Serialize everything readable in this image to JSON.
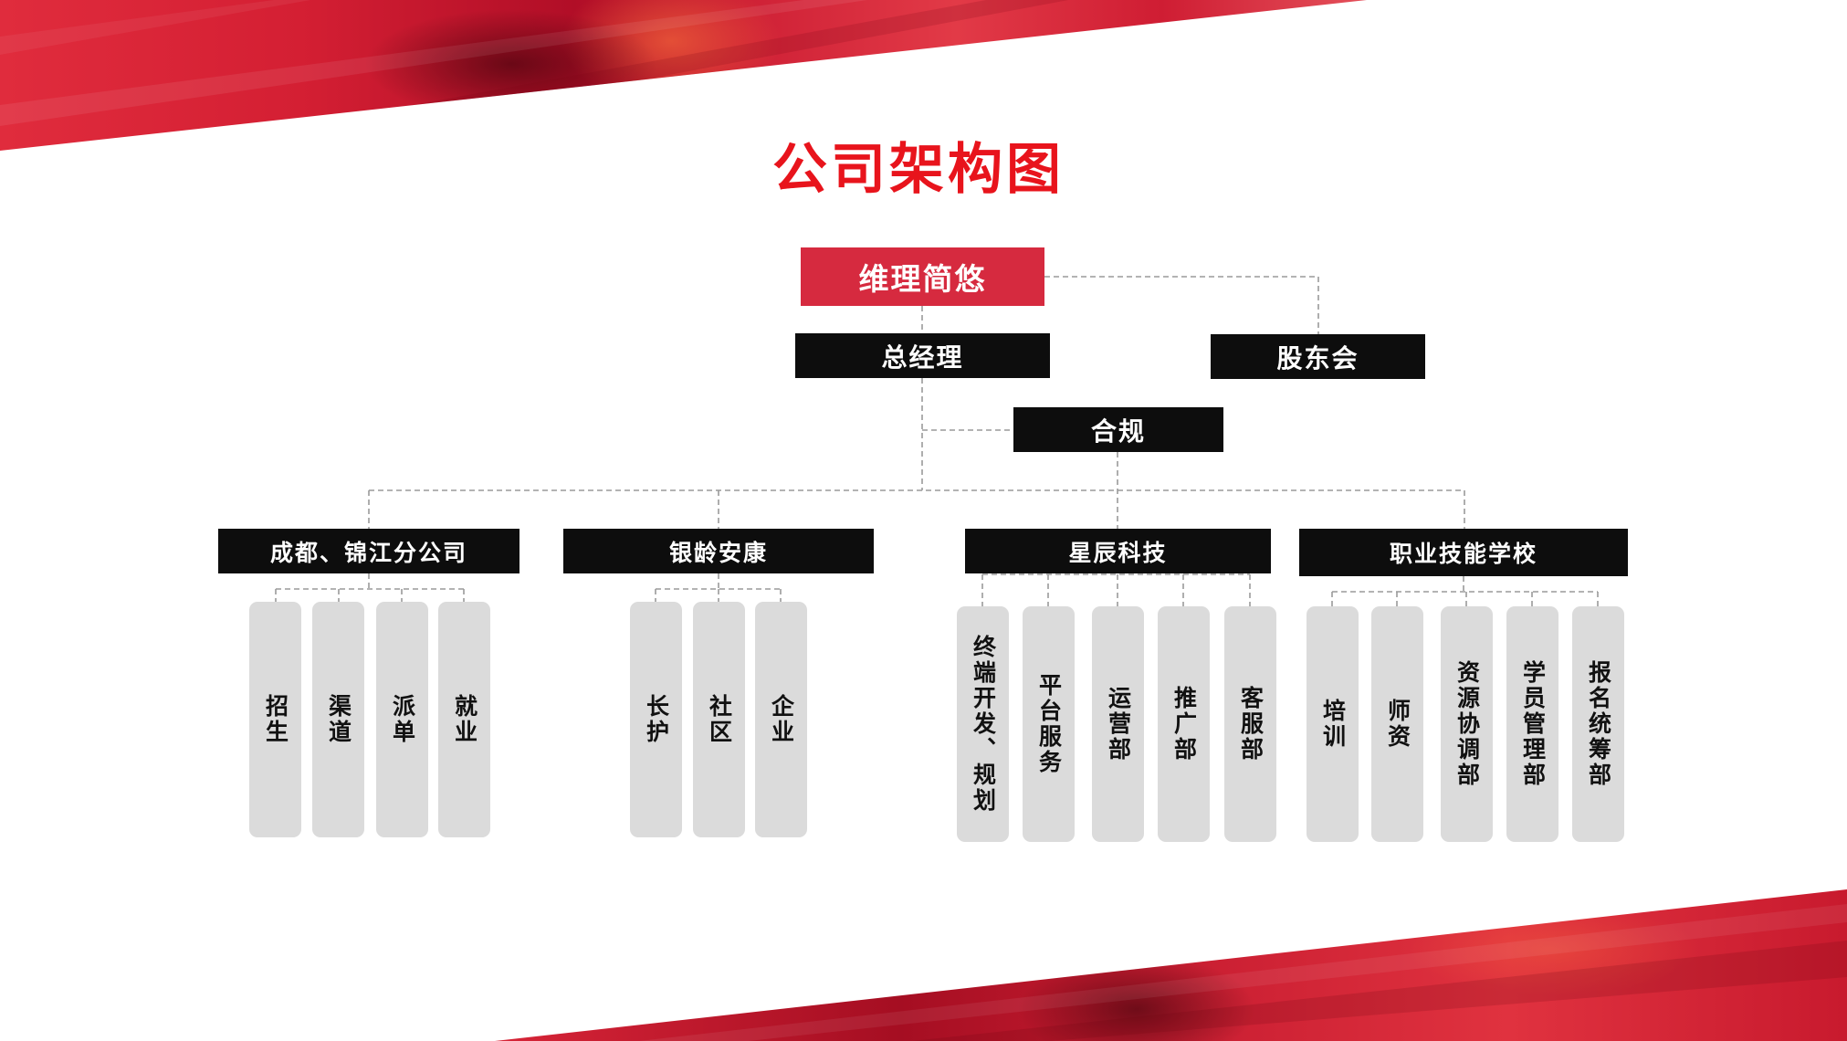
{
  "title": "公司架构图",
  "root": {
    "label": "维理简悠"
  },
  "general_manager": {
    "label": "总经理"
  },
  "shareholders": {
    "label": "股东会"
  },
  "compliance": {
    "label": "合规"
  },
  "divisions": [
    {
      "label": "成都、锦江分公司",
      "units": [
        "招生",
        "渠道",
        "派单",
        "就业"
      ]
    },
    {
      "label": "银龄安康",
      "units": [
        "长护",
        "社区",
        "企业"
      ]
    },
    {
      "label": "星辰科技",
      "units": [
        "终端开发、规划",
        "平台服务",
        "运营部",
        "推广部",
        "客服部"
      ]
    },
    {
      "label": "职业技能学校",
      "units": [
        "培训",
        "师资",
        "资源协调部",
        "学员管理部",
        "报名统筹部"
      ]
    }
  ],
  "colors": {
    "title": "#e8141c",
    "root_fill": "#d62a3f",
    "node_fill": "#0d0d0d",
    "unit_fill": "#dbdbdb",
    "connector": "#9a9a9a",
    "band": "#d21f34"
  }
}
